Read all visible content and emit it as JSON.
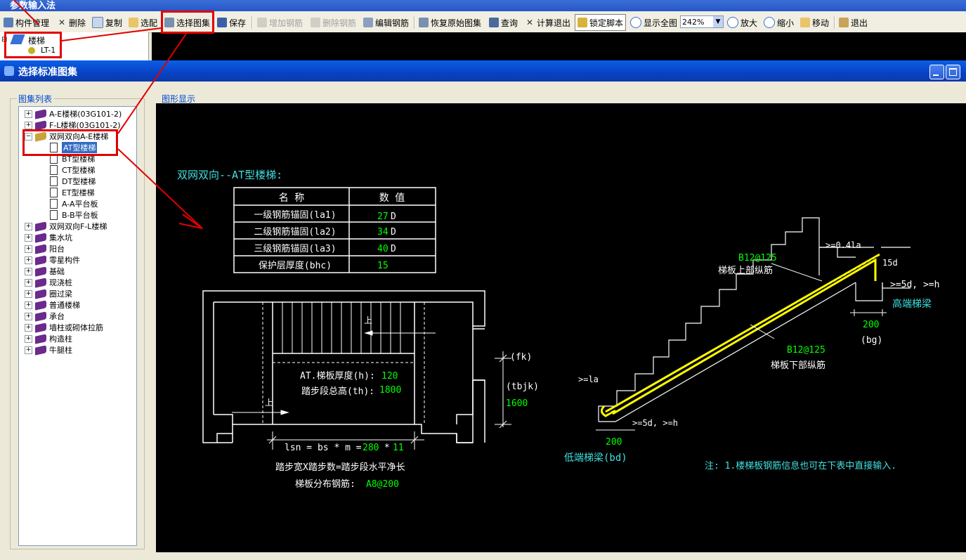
{
  "outer_title": "参数输入法",
  "toolbar": {
    "items": [
      {
        "label": "构件管理"
      },
      {
        "label": "删除"
      },
      {
        "label": "复制"
      },
      {
        "label": "选配"
      },
      {
        "label": "选择图集"
      },
      {
        "label": "保存"
      },
      {
        "label": "增加钢筋"
      },
      {
        "label": "删除钢筋"
      },
      {
        "label": "编辑钢筋"
      },
      {
        "label": "恢复原始图集"
      },
      {
        "label": "查询"
      },
      {
        "label": "计算退出"
      },
      {
        "label": "锁定脚本"
      },
      {
        "label": "显示全图"
      },
      {
        "label": "放大"
      },
      {
        "label": "缩小"
      },
      {
        "label": "移动"
      },
      {
        "label": "退出"
      }
    ],
    "zoom_value": "242%"
  },
  "top_tree": {
    "root": "楼梯",
    "child": "LT-1"
  },
  "dialog": {
    "title": "选择标准图集",
    "list_group_label": "图集列表",
    "display_group_label": "图形显示",
    "tree": [
      {
        "label": "A-E楼梯(03G101-2)",
        "level": 0,
        "expanded": false
      },
      {
        "label": "F-L楼梯(03G101-2)",
        "level": 0,
        "expanded": false
      },
      {
        "label": "双网双向A-E楼梯",
        "level": 0,
        "expanded": true
      },
      {
        "label": "AT型楼梯",
        "level": 1,
        "selected": true
      },
      {
        "label": "BT型楼梯",
        "level": 1
      },
      {
        "label": "CT型楼梯",
        "level": 1
      },
      {
        "label": "DT型楼梯",
        "level": 1
      },
      {
        "label": "ET型楼梯",
        "level": 1
      },
      {
        "label": "A-A平台板",
        "level": 1
      },
      {
        "label": "B-B平台板",
        "level": 1
      },
      {
        "label": "双网双向F-L楼梯",
        "level": 0,
        "expanded": false
      },
      {
        "label": "集水坑",
        "level": 0,
        "expanded": false
      },
      {
        "label": "阳台",
        "level": 0,
        "expanded": false
      },
      {
        "label": "零星构件",
        "level": 0,
        "expanded": false
      },
      {
        "label": "基础",
        "level": 0,
        "expanded": false
      },
      {
        "label": "现浇桩",
        "level": 0,
        "expanded": false
      },
      {
        "label": "圈过梁",
        "level": 0,
        "expanded": false
      },
      {
        "label": "普通楼梯",
        "level": 0,
        "expanded": false
      },
      {
        "label": "承台",
        "level": 0,
        "expanded": false
      },
      {
        "label": "墙柱或砌体拉筋",
        "level": 0,
        "expanded": false
      },
      {
        "label": "构造柱",
        "level": 0,
        "expanded": false
      },
      {
        "label": "牛腿柱",
        "level": 0,
        "expanded": false
      }
    ]
  },
  "drawing": {
    "title": "双网双向--AT型楼梯:",
    "table": {
      "headers": [
        "名  称",
        "数  值"
      ],
      "rows": [
        {
          "name": "一级钢筋锚固(la1)",
          "value": "27",
          "unit": "D"
        },
        {
          "name": "二级钢筋锚固(la2)",
          "value": "34",
          "unit": "D"
        },
        {
          "name": "三级钢筋锚固(la3)",
          "value": "40",
          "unit": "D"
        },
        {
          "name": "保护层厚度(bhc)",
          "value": "15",
          "unit": ""
        }
      ]
    },
    "plan": {
      "up_label": "上",
      "thickness_label": "AT.梯板厚度(h):",
      "thickness_value": "120",
      "height_label": "踏步段总高(th):",
      "height_value": "1800",
      "fk_label": "(fk)",
      "tbjk_label": "(tbjk)",
      "tbjk_value": "1600",
      "lsn_label": "lsn = bs * m =",
      "bs_value": "280",
      "m_sep": " * ",
      "m_value": "11",
      "formula_text": "踏步宽X踏步数=踏步段水平净长",
      "dist_label": "梯板分布钢筋:",
      "dist_value": "A8@200"
    },
    "section": {
      "top_rebar": "B12@125",
      "top_rebar_desc": "梯板上部纵筋",
      "bottom_rebar": "B12@125",
      "bottom_rebar_desc": "梯板下部纵筋",
      "top_anchor": ">=0.4la",
      "hook_15d": "15d",
      "high_ext": ">=5d, >=h",
      "high_beam": "高端梯梁",
      "high_width": "200",
      "high_beam_code": "(bg)",
      "low_anchor": ">=la",
      "low_ext": ">=5d, >=h",
      "low_width": "200",
      "low_beam": "低端梯梁(bd)",
      "note": "注: 1.楼梯板钢筋信息也可在下表中直接输入."
    }
  },
  "colors": {
    "green": "#00ff00",
    "cyan": "#40e0e0",
    "yellow": "#ffff00",
    "annotation_red": "#e00000"
  }
}
